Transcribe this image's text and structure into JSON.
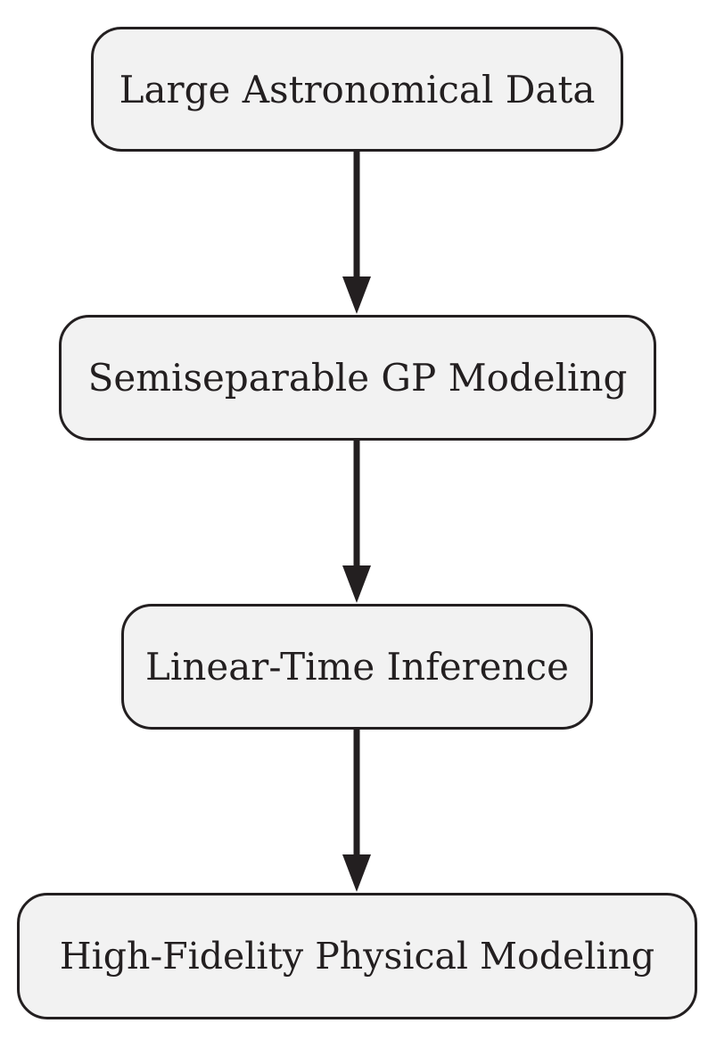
{
  "diagram": {
    "nodes": [
      {
        "id": "n1",
        "label": "Large Astronomical Data"
      },
      {
        "id": "n2",
        "label": "Semiseparable GP Modeling"
      },
      {
        "id": "n3",
        "label": "Linear-Time Inference"
      },
      {
        "id": "n4",
        "label": "High-Fidelity Physical Modeling"
      }
    ],
    "edges": [
      {
        "from": "n1",
        "to": "n2"
      },
      {
        "from": "n2",
        "to": "n3"
      },
      {
        "from": "n3",
        "to": "n4"
      }
    ],
    "colors": {
      "node_fill": "#f2f2f2",
      "stroke": "#231f20",
      "text": "#231f20"
    }
  }
}
